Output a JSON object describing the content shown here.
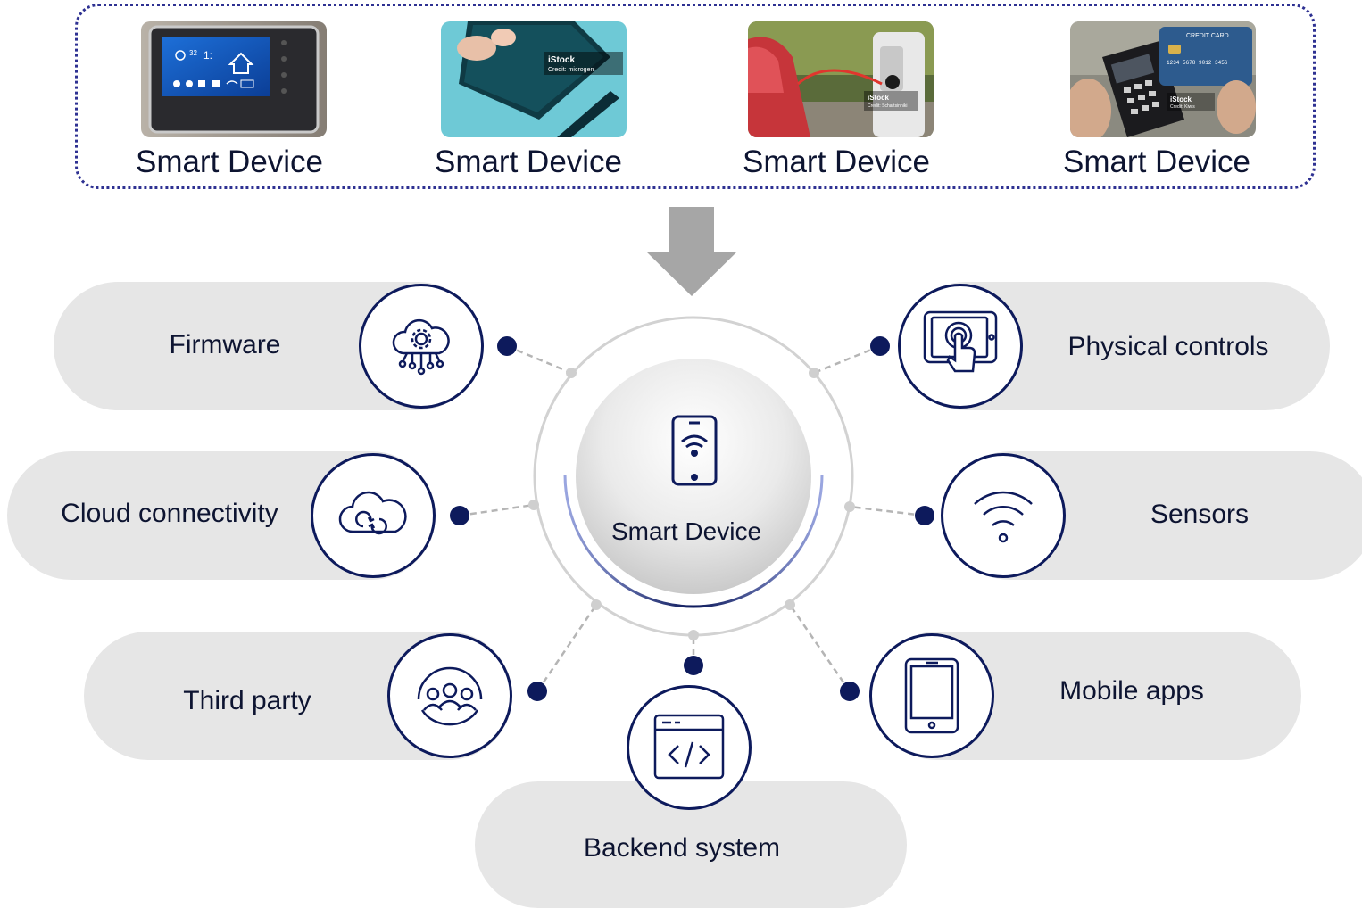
{
  "devices": [
    {
      "caption": "Smart Device",
      "icon": "thermostat-photo"
    },
    {
      "caption": "Smart Device",
      "icon": "smartphone-photo",
      "watermark": "iStock",
      "credit": "Credit: microgen"
    },
    {
      "caption": "Smart Device",
      "icon": "ev-charger-photo",
      "watermark": "iStock",
      "credit": "Credit: Schartsinniki"
    },
    {
      "caption": "Smart Device",
      "icon": "card-terminal-photo",
      "watermark": "iStock",
      "credit": "Credit: Kiwis",
      "card_label": "CREDIT CARD",
      "card_number": "1234 5678 9012 3456"
    }
  ],
  "thermostat_screen": {
    "temp": "32",
    "time": "1:"
  },
  "center": {
    "label": "Smart Device",
    "icon": "smart-device-icon"
  },
  "nodes": {
    "firmware": {
      "label": "Firmware",
      "icon": "cloud-gear-icon"
    },
    "cloud": {
      "label": "Cloud connectivity",
      "icon": "cloud-sync-icon"
    },
    "third_party": {
      "label": "Third party",
      "icon": "people-icon"
    },
    "backend": {
      "label": "Backend system",
      "icon": "code-window-icon"
    },
    "physical": {
      "label": "Physical controls",
      "icon": "touch-panel-icon"
    },
    "sensors": {
      "label": "Sensors",
      "icon": "wifi-icon"
    },
    "mobile": {
      "label": "Mobile apps",
      "icon": "tablet-icon"
    }
  },
  "colors": {
    "navy": "#0d1a5c",
    "pill": "#e6e6e6",
    "arrow": "#a6a6a6",
    "border": "#2e3192"
  }
}
